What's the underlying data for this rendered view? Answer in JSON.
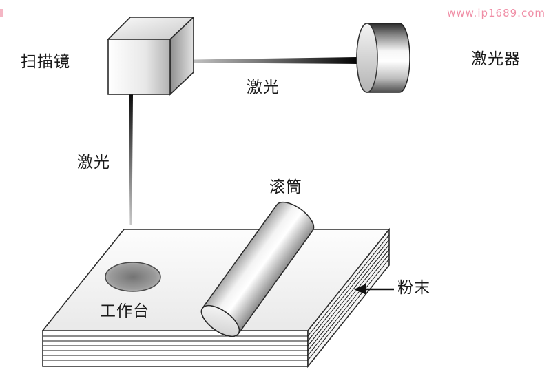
{
  "watermark": {
    "text": "www.ip1689.com",
    "color": "#f08ea6"
  },
  "labels": {
    "scanner_mirror": "扫描镜",
    "laser_device": "激光器",
    "laser_beam_horizontal": "激光",
    "laser_beam_vertical": "激光",
    "roller": "滚筒",
    "worktable": "工作台",
    "powder": "粉末"
  },
  "colors": {
    "outline": "#2b2b2b",
    "text": "#1a1a1a",
    "watermark_pink": "#f08ea6"
  }
}
